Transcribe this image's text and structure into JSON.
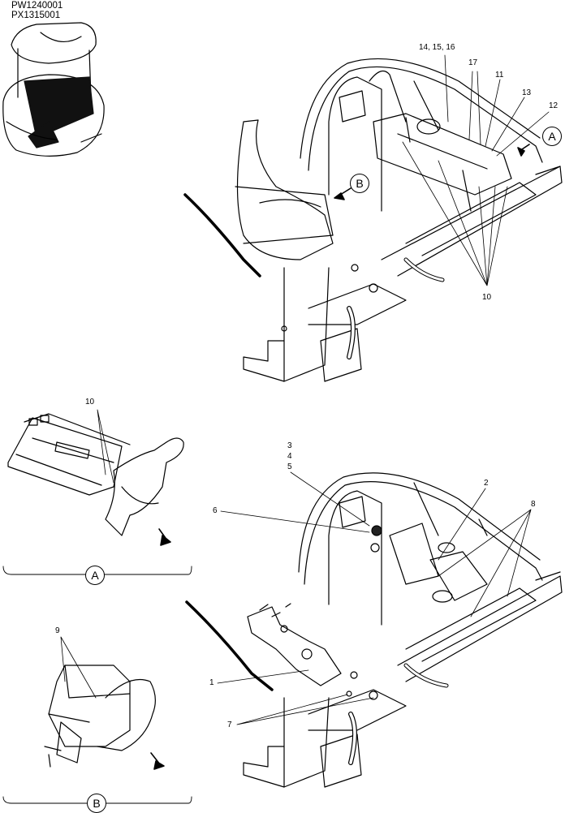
{
  "header": {
    "codes": [
      "PW1240001",
      "PX1315001"
    ]
  },
  "views": {
    "A": "A",
    "B": "B"
  },
  "callouts": {
    "c_14_15_16": "14, 15, 16",
    "c_17": "17",
    "c_11": "11",
    "c_13": "13",
    "c_12": "12",
    "c_10_top": "10",
    "c_10_detail": "10",
    "c_9": "9",
    "c_3": "3",
    "c_4": "4",
    "c_5": "5",
    "c_6": "6",
    "c_2": "2",
    "c_8": "8",
    "c_1": "1",
    "c_7": "7"
  }
}
